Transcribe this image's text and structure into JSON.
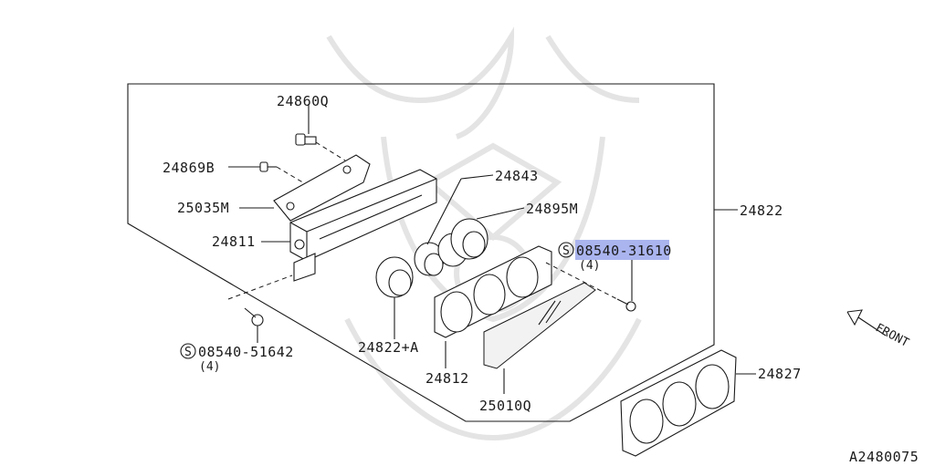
{
  "diagram": {
    "parts": [
      {
        "id": "p24860Q",
        "number": "24860Q"
      },
      {
        "id": "p24869B",
        "number": "24869B"
      },
      {
        "id": "p25035M",
        "number": "25035M"
      },
      {
        "id": "p24811",
        "number": "24811"
      },
      {
        "id": "p24843",
        "number": "24843"
      },
      {
        "id": "p24895M",
        "number": "24895M"
      },
      {
        "id": "p24822",
        "number": "24822"
      },
      {
        "id": "p08540_31610",
        "number": "08540-31610",
        "prefix": "S",
        "qty": "(4)",
        "highlighted": true
      },
      {
        "id": "p08540_51642",
        "number": "08540-51642",
        "prefix": "S",
        "qty": "(4)"
      },
      {
        "id": "p24822A",
        "number": "24822+A"
      },
      {
        "id": "p24812",
        "number": "24812"
      },
      {
        "id": "p25010Q",
        "number": "25010Q"
      },
      {
        "id": "p24827",
        "number": "24827"
      }
    ],
    "front_label": "FRONT",
    "diagram_code": "A2480075",
    "highlight_color": "#aab4ee"
  }
}
